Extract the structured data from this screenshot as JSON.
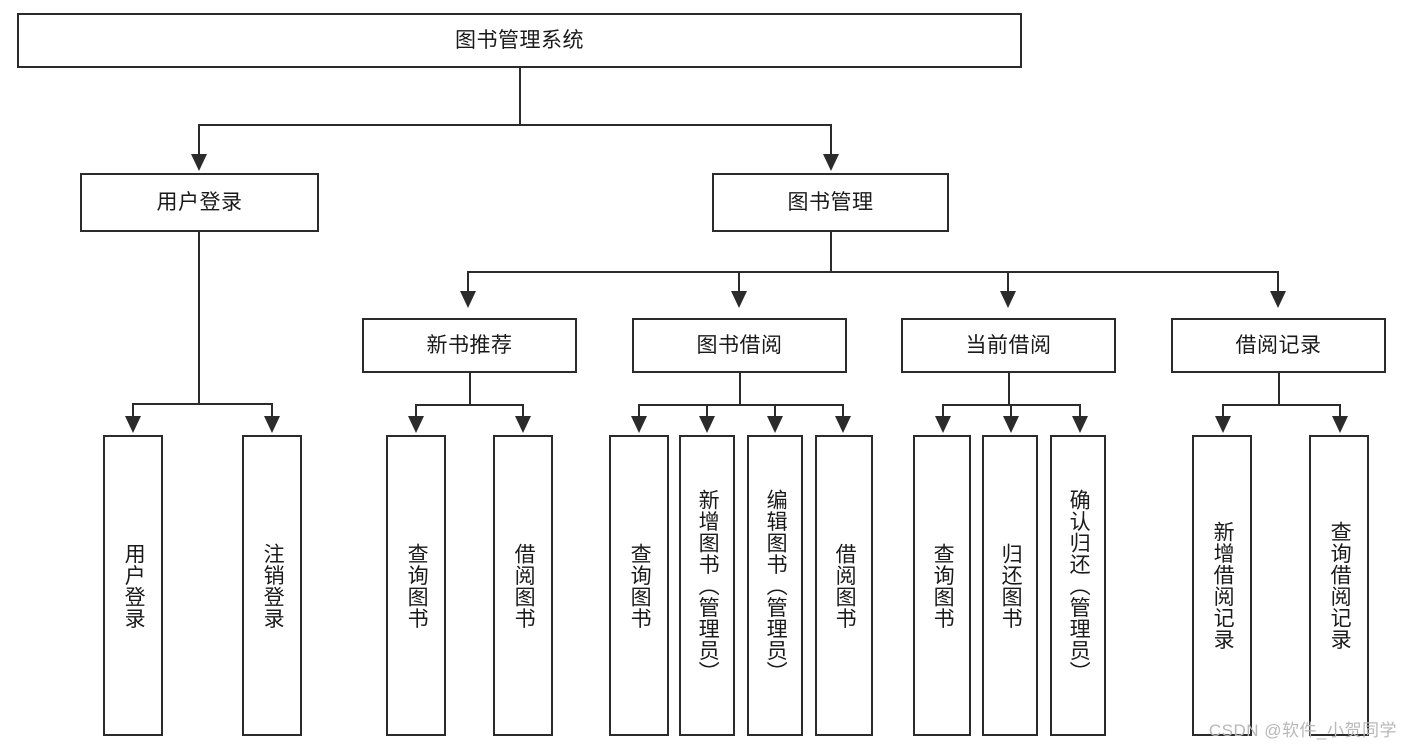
{
  "diagram": {
    "title": "图书管理系统",
    "watermark": "CSDN @软件_小贺同学",
    "colors": {
      "stroke": "#2b2b2b",
      "fill": "#ffffff",
      "text": "#1a1a1a",
      "watermark": "#b8b8b8"
    },
    "root": {
      "label": "图书管理系统"
    },
    "level1": [
      {
        "label": "用户登录"
      },
      {
        "label": "图书管理"
      }
    ],
    "level2": [
      {
        "label": "新书推荐"
      },
      {
        "label": "图书借阅"
      },
      {
        "label": "当前借阅"
      },
      {
        "label": "借阅记录"
      }
    ],
    "leaves": {
      "user_login": [
        {
          "label": "用户登录"
        },
        {
          "label": "注销登录"
        }
      ],
      "new_book": [
        {
          "label": "查询图书"
        },
        {
          "label": "借阅图书"
        }
      ],
      "book_borrow": [
        {
          "label": "查询图书"
        },
        {
          "label": "新增图书（管理员）"
        },
        {
          "label": "编辑图书（管理员）"
        },
        {
          "label": "借阅图书"
        }
      ],
      "current_borrow": [
        {
          "label": "查询图书"
        },
        {
          "label": "归还图书"
        },
        {
          "label": "确认归还（管理员）"
        }
      ],
      "borrow_record": [
        {
          "label": "新增借阅记录"
        },
        {
          "label": "查询借阅记录"
        }
      ]
    }
  }
}
